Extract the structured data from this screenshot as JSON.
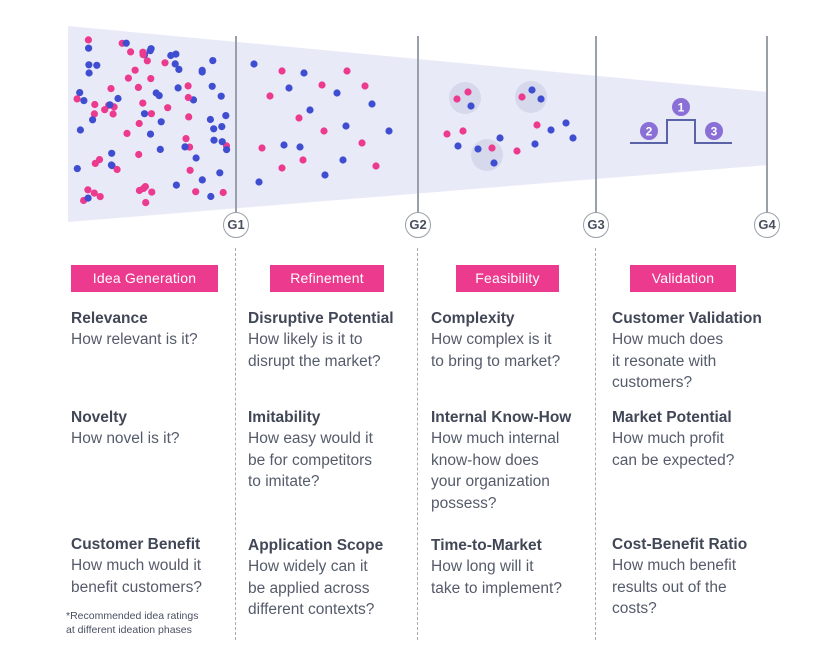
{
  "gates": [
    "G1",
    "G2",
    "G3",
    "G4"
  ],
  "gate_steps": [
    "1",
    "2",
    "3"
  ],
  "colors": {
    "pink": "#ec3a8e",
    "blue": "#3f4ed1",
    "funnel": "#e8eaf8",
    "cluster": "#d6d9ec"
  },
  "phases": [
    {
      "label": "Idea Generation",
      "criteria": [
        {
          "title": "Relevance",
          "question": "How relevant is it?"
        },
        {
          "title": "Novelty",
          "question": "How novel is it?"
        },
        {
          "title": "Customer Benefit",
          "question": "How much would it\nbenefit customers?"
        }
      ]
    },
    {
      "label": "Refinement",
      "criteria": [
        {
          "title": "Disruptive Potential",
          "question": "How likely is it to\ndisrupt the market?"
        },
        {
          "title": "Imitability",
          "question": "How easy would it\nbe for competitors\nto imitate?"
        },
        {
          "title": "Application Scope",
          "question": "How widely can it\nbe applied across\ndifferent contexts?"
        }
      ]
    },
    {
      "label": "Feasibility",
      "criteria": [
        {
          "title": "Complexity",
          "question": "How complex is it\nto bring to market?"
        },
        {
          "title": "Internal Know-How",
          "question": "How much internal\nknow-how does\nyour organization\npossess?"
        },
        {
          "title": "Time-to-Market",
          "question": "How long will it\ntake to implement?"
        }
      ]
    },
    {
      "label": "Validation",
      "criteria": [
        {
          "title": "Customer Validation",
          "question": "How much does\nit resonate with\ncustomers?"
        },
        {
          "title": "Market Potential",
          "question": "How much profit\ncan be expected?"
        },
        {
          "title": "Cost-Benefit Ratio",
          "question": "How much benefit\nresults out of the\ncosts?"
        }
      ]
    }
  ],
  "footnote": "*Recommended idea ratings\n at different ideation phases"
}
